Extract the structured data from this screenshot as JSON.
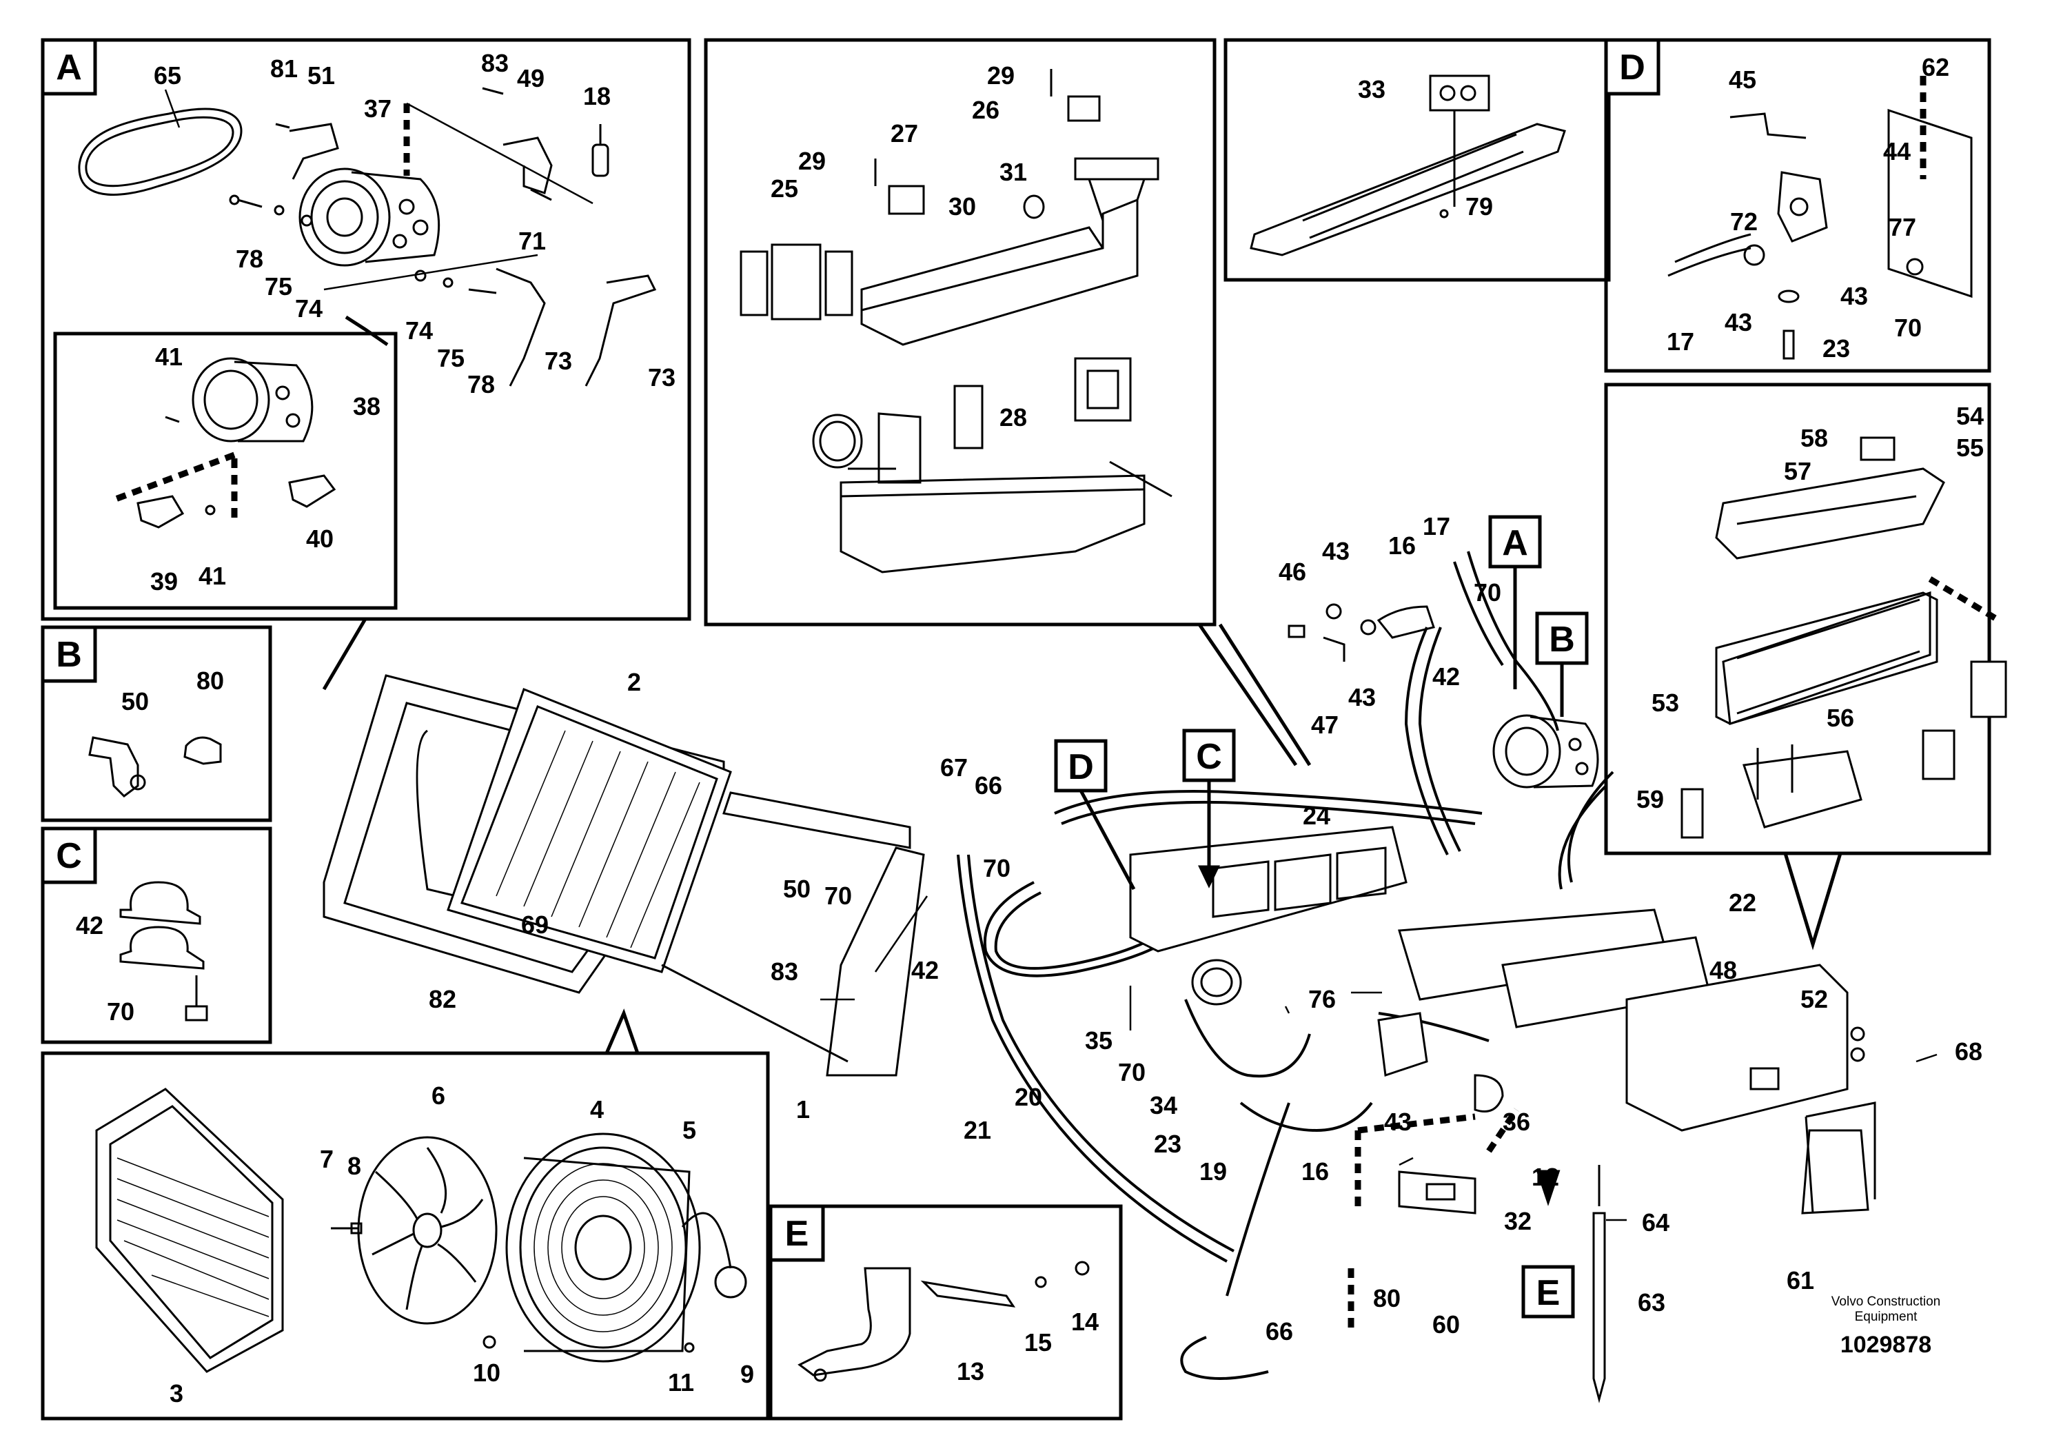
{
  "panel_letters": {
    "A": "A",
    "B": "B",
    "C": "C",
    "D": "D",
    "E": "E"
  },
  "diagram_callouts": {
    "A": "A",
    "B": "B",
    "C": "C",
    "D": "D",
    "E": "E"
  },
  "footer": {
    "credit_line1": "Volvo Construction",
    "credit_line2": "Equipment",
    "document_number": "1029878"
  },
  "part_numbers": {
    "p1": "1",
    "p2": "2",
    "p3": "3",
    "p4": "4",
    "p5": "5",
    "p6": "6",
    "p7": "7",
    "p8": "8",
    "p9": "9",
    "p10": "10",
    "p11": "11",
    "p12": "12",
    "p13": "13",
    "p14": "14",
    "p15": "15",
    "p16": "16",
    "p17": "17",
    "p18": "18",
    "p19": "19",
    "p20": "20",
    "p21": "21",
    "p22": "22",
    "p23": "23",
    "p24": "24",
    "p25": "25",
    "p26": "26",
    "p27": "27",
    "p28": "28",
    "p29": "29",
    "p30": "30",
    "p31": "31",
    "p32": "32",
    "p33": "33",
    "p34": "34",
    "p35": "35",
    "p36": "36",
    "p37": "37",
    "p38": "38",
    "p39": "39",
    "p40": "40",
    "p41": "41",
    "p42": "42",
    "p43": "43",
    "p44": "44",
    "p45": "45",
    "p46": "46",
    "p47": "47",
    "p48": "48",
    "p49": "49",
    "p50": "50",
    "p51": "51",
    "p52": "52",
    "p53": "53",
    "p54": "54",
    "p55": "55",
    "p56": "56",
    "p57": "57",
    "p58": "58",
    "p59": "59",
    "p60": "60",
    "p61": "61",
    "p62": "62",
    "p63": "63",
    "p64": "64",
    "p65": "65",
    "p66": "66",
    "p67": "67",
    "p68": "68",
    "p69": "69",
    "p70": "70",
    "p71": "71",
    "p72": "72",
    "p73": "73",
    "p74": "74",
    "p75": "75",
    "p76": "76",
    "p77": "77",
    "p78": "78",
    "p79": "79",
    "p80": "80",
    "p81": "81",
    "p82": "82",
    "p83": "83"
  }
}
